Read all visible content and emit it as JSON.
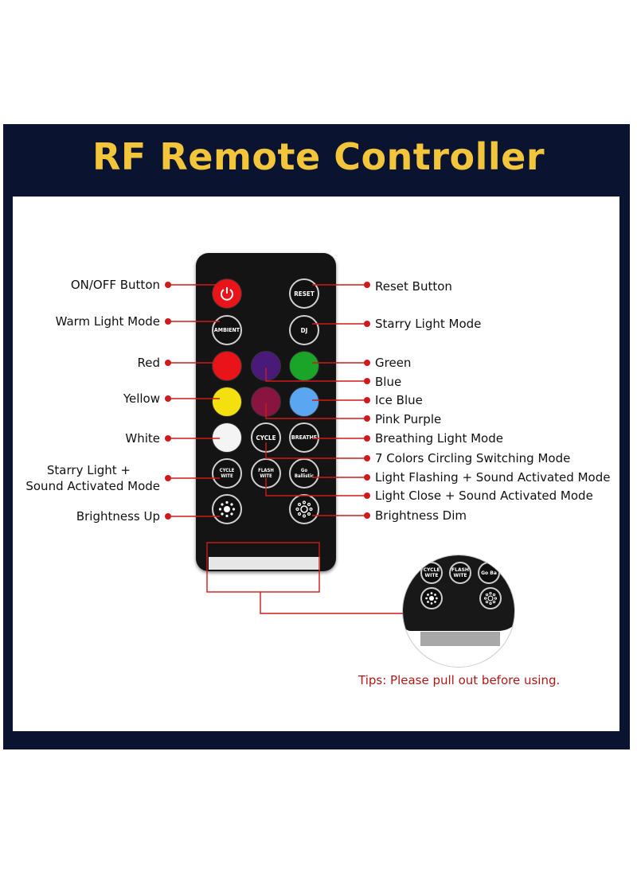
{
  "title": "RF Remote Controller",
  "tip": "Tips: Please pull out before using.",
  "colors": {
    "frame": "#0a1430",
    "title": "#f3c53a",
    "leader": "#d01a1a",
    "tip": "#b01818",
    "red": "#e8141a",
    "green": "#1aa428",
    "blue": "#4a1a7a",
    "yellow": "#f4e00e",
    "pink_purple": "#8a1440",
    "ice_blue": "#5aa6f0",
    "white": "#f4f4f4"
  },
  "buttons": {
    "power": "power-icon",
    "reset": "RESET",
    "ambient": "AMBIENT",
    "dj": "DJ",
    "cycle": "CYCLE",
    "breathe": "BREATHE",
    "cycle_wite": "CYCLE WITE",
    "flash_wite": "FLASH WITE",
    "go_ballistic": "Go Ballistic",
    "brightness_up": "sun-up-icon",
    "brightness_dim": "sun-dim-icon"
  },
  "labels_left": {
    "on_off": "ON/OFF Button",
    "warm": "Warm Light Mode",
    "red": "Red",
    "yellow": "Yellow",
    "white": "White",
    "starry_sound_1": "Starry Light +",
    "starry_sound_2": "Sound Activated Mode",
    "brightness_up": "Brightness Up"
  },
  "labels_right": {
    "reset": "Reset Button",
    "starry": "Starry Light Mode",
    "green": "Green",
    "blue": "Blue",
    "ice_blue": "Ice Blue",
    "pink_purple": "Pink Purple",
    "breathing": "Breathing Light Mode",
    "seven_colors": "7 Colors Circling Switching Mode",
    "flash_sound": "Light Flashing + Sound Activated Mode",
    "close_sound": "Light Close + Sound Activated Mode",
    "brightness_dim": "Brightness Dim"
  },
  "zoom": {
    "cycle_wite": "CYCLE WITE",
    "flash_wite": "FLASH WITE",
    "go_ballistic": "Go Ba"
  }
}
